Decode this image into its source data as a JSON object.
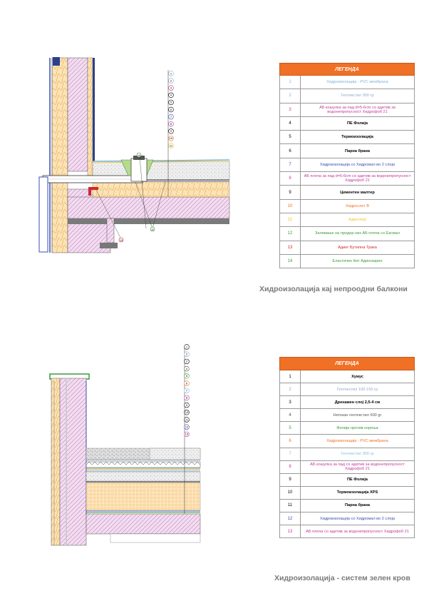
{
  "sections": [
    {
      "title": "Хидроизолација кај непроодни балкони",
      "legend_header": "ЛЕГЕНДА",
      "items": [
        {
          "n": "1",
          "text": "Хидроизолација - PVC мембрана",
          "color": "#7fb3d5"
        },
        {
          "n": "2",
          "text": "Геотекстил 300 гр",
          "color": "#8fa8c8"
        },
        {
          "n": "3",
          "text": "АБ кошулка за пад d=5-6cm со адитив за водонепропусност Хидрофоб 21",
          "color": "#c0399a"
        },
        {
          "n": "4",
          "text": "ПЕ Фолија",
          "color": "#000000"
        },
        {
          "n": "5",
          "text": "Термоизолација",
          "color": "#000000"
        },
        {
          "n": "6",
          "text": "Парна брана",
          "color": "#000000"
        },
        {
          "n": "7",
          "text": "Хидроизолација со Хидромал во 2 слоја",
          "color": "#3a4fb0"
        },
        {
          "n": "8",
          "text": "АБ плоча за пад d=5-6cm со адитив за водонепропусност Хидрофоб 21",
          "color": "#c0399a"
        },
        {
          "n": "9",
          "text": "Цементен малтер",
          "color": "#000000"
        },
        {
          "n": "10",
          "text": "Хидрослет В",
          "color": "#f07026"
        },
        {
          "n": "11",
          "text": "Адингпор",
          "color": "#f2c21a"
        },
        {
          "n": "12",
          "text": "Залевање на продор низ АБ плоча со Ексмал",
          "color": "#3a9a3a"
        },
        {
          "n": "13",
          "text": "Адинг Бутилна Трака",
          "color": "#d0282a"
        },
        {
          "n": "14",
          "text": "Еластичен Кит Адингакрил",
          "color": "#3a9a3a"
        }
      ]
    },
    {
      "title": "Хидроизолација - систем зелен кров",
      "legend_header": "ЛЕГЕНДА",
      "items": [
        {
          "n": "1",
          "text": "Хумус",
          "color": "#000000"
        },
        {
          "n": "2",
          "text": "Геотекстил 100-150 гр",
          "color": "#8fa8c8"
        },
        {
          "n": "3",
          "text": "Дренажен слој 2,5-4  см",
          "color": "#000000"
        },
        {
          "n": "4",
          "text": "Нетказн геотекстил 500 gr",
          "color": "#555555"
        },
        {
          "n": "5",
          "text": "Фолија против корења",
          "color": "#3a9a3a"
        },
        {
          "n": "6",
          "text": "Хидроизолација - PVC мембрана",
          "color": "#f07026"
        },
        {
          "n": "7",
          "text": "Геотекстил 300 гр",
          "color": "#7fc3e0"
        },
        {
          "n": "8",
          "text": "АБ кошулка за пад со адитив за водонепропусност Хидрофоб 21",
          "color": "#c0399a"
        },
        {
          "n": "9",
          "text": "ПЕ Фолија",
          "color": "#000000"
        },
        {
          "n": "10",
          "text": "Термоизолација XPS",
          "color": "#000000"
        },
        {
          "n": "11",
          "text": "Парна брана",
          "color": "#000000"
        },
        {
          "n": "12",
          "text": "Хидроизолација со Хидромал во 2 слоја",
          "color": "#3a4fb0"
        },
        {
          "n": "13",
          "text": "АБ плоча со адитив за водонепропусност Хидрофоб 21",
          "color": "#c0399a"
        }
      ]
    }
  ],
  "drawing1_labels": [
    "1",
    "2",
    "3",
    "4",
    "5",
    "6",
    "7",
    "8",
    "9",
    "10",
    "11",
    "12",
    "13",
    "14"
  ],
  "drawing2_labels": [
    "1",
    "2",
    "3",
    "4",
    "5",
    "6",
    "7",
    "8",
    "9",
    "10",
    "11",
    "12",
    "13"
  ],
  "marker_colors_1": [
    "#7fb3d5",
    "#8fa8c8",
    "#c0399a",
    "#000000",
    "#000000",
    "#000000",
    "#3a4fb0",
    "#c0399a",
    "#000000",
    "#f07026",
    "#f2c21a"
  ],
  "marker_colors_2": [
    "#000000",
    "#8fa8c8",
    "#000000",
    "#555555",
    "#3a9a3a",
    "#f07026",
    "#7fc3e0",
    "#c0399a",
    "#000000",
    "#000000",
    "#000000",
    "#3a4fb0",
    "#c0399a"
  ]
}
